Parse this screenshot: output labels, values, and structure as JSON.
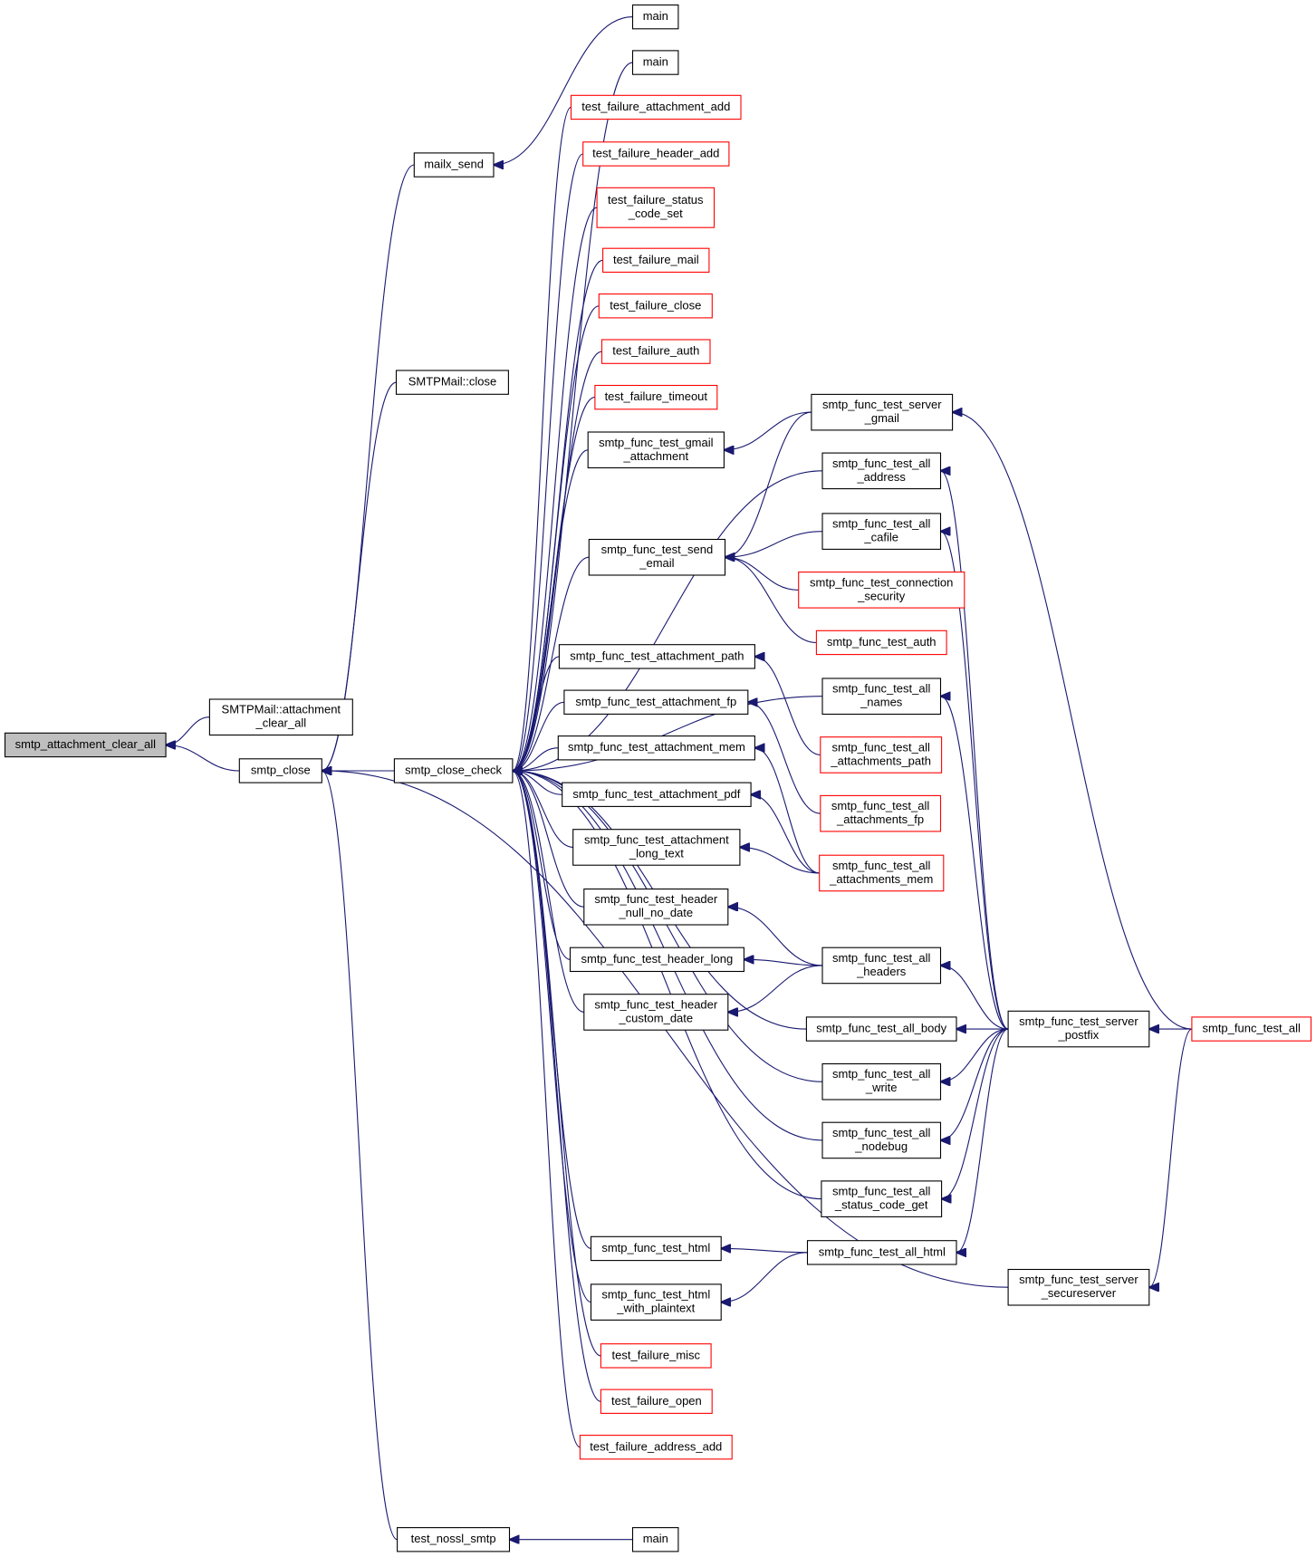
{
  "diagram": {
    "colors": {
      "edge": "#191970",
      "root_fill": "#bfbfbf",
      "normal_border": "#000000",
      "truncated_border": "#ff0000",
      "node_fill": "#ffffff"
    },
    "nodes": [
      {
        "id": "root",
        "lines": [
          "smtp_attachment_clear_all"
        ],
        "style": "root"
      },
      {
        "id": "smtpmail_attachment",
        "lines": [
          "SMTPMail::attachment",
          "_clear_all"
        ],
        "style": "normal"
      },
      {
        "id": "smtp_close",
        "lines": [
          "smtp_close"
        ],
        "style": "normal"
      },
      {
        "id": "mailx_send",
        "lines": [
          "mailx_send"
        ],
        "style": "normal"
      },
      {
        "id": "smtpmail_close",
        "lines": [
          "SMTPMail::close"
        ],
        "style": "normal"
      },
      {
        "id": "smtp_close_check",
        "lines": [
          "smtp_close_check"
        ],
        "style": "normal"
      },
      {
        "id": "test_nossl_smtp",
        "lines": [
          "test_nossl_smtp"
        ],
        "style": "normal"
      },
      {
        "id": "main1",
        "lines": [
          "main"
        ],
        "style": "normal"
      },
      {
        "id": "main2",
        "lines": [
          "main"
        ],
        "style": "normal"
      },
      {
        "id": "main3",
        "lines": [
          "main"
        ],
        "style": "normal"
      },
      {
        "id": "tf_attachment_add",
        "lines": [
          "test_failure_attachment_add"
        ],
        "style": "truncated"
      },
      {
        "id": "tf_header_add",
        "lines": [
          "test_failure_header_add"
        ],
        "style": "truncated"
      },
      {
        "id": "tf_status_code_set",
        "lines": [
          "test_failure_status",
          "_code_set"
        ],
        "style": "truncated"
      },
      {
        "id": "tf_mail",
        "lines": [
          "test_failure_mail"
        ],
        "style": "truncated"
      },
      {
        "id": "tf_close",
        "lines": [
          "test_failure_close"
        ],
        "style": "truncated"
      },
      {
        "id": "tf_auth",
        "lines": [
          "test_failure_auth"
        ],
        "style": "truncated"
      },
      {
        "id": "tf_timeout",
        "lines": [
          "test_failure_timeout"
        ],
        "style": "truncated"
      },
      {
        "id": "gmail_attachment",
        "lines": [
          "smtp_func_test_gmail",
          "_attachment"
        ],
        "style": "normal"
      },
      {
        "id": "send_email",
        "lines": [
          "smtp_func_test_send",
          "_email"
        ],
        "style": "normal"
      },
      {
        "id": "att_path",
        "lines": [
          "smtp_func_test_attachment_path"
        ],
        "style": "normal"
      },
      {
        "id": "att_fp",
        "lines": [
          "smtp_func_test_attachment_fp"
        ],
        "style": "normal"
      },
      {
        "id": "att_mem",
        "lines": [
          "smtp_func_test_attachment_mem"
        ],
        "style": "normal"
      },
      {
        "id": "att_pdf",
        "lines": [
          "smtp_func_test_attachment_pdf"
        ],
        "style": "normal"
      },
      {
        "id": "att_long_text",
        "lines": [
          "smtp_func_test_attachment",
          "_long_text"
        ],
        "style": "normal"
      },
      {
        "id": "hdr_null_no_date",
        "lines": [
          "smtp_func_test_header",
          "_null_no_date"
        ],
        "style": "normal"
      },
      {
        "id": "hdr_long",
        "lines": [
          "smtp_func_test_header_long"
        ],
        "style": "normal"
      },
      {
        "id": "hdr_custom_date",
        "lines": [
          "smtp_func_test_header",
          "_custom_date"
        ],
        "style": "normal"
      },
      {
        "id": "html",
        "lines": [
          "smtp_func_test_html"
        ],
        "style": "normal"
      },
      {
        "id": "html_plain",
        "lines": [
          "smtp_func_test_html",
          "_with_plaintext"
        ],
        "style": "normal"
      },
      {
        "id": "tf_misc",
        "lines": [
          "test_failure_misc"
        ],
        "style": "truncated"
      },
      {
        "id": "tf_open",
        "lines": [
          "test_failure_open"
        ],
        "style": "truncated"
      },
      {
        "id": "tf_address_add",
        "lines": [
          "test_failure_address_add"
        ],
        "style": "truncated"
      },
      {
        "id": "server_gmail",
        "lines": [
          "smtp_func_test_server",
          "_gmail"
        ],
        "style": "normal"
      },
      {
        "id": "all_address",
        "lines": [
          "smtp_func_test_all",
          "_address"
        ],
        "style": "normal"
      },
      {
        "id": "all_cafile",
        "lines": [
          "smtp_func_test_all",
          "_cafile"
        ],
        "style": "normal"
      },
      {
        "id": "conn_security",
        "lines": [
          "smtp_func_test_connection",
          "_security"
        ],
        "style": "truncated"
      },
      {
        "id": "test_auth",
        "lines": [
          "smtp_func_test_auth"
        ],
        "style": "truncated"
      },
      {
        "id": "all_names",
        "lines": [
          "smtp_func_test_all",
          "_names"
        ],
        "style": "normal"
      },
      {
        "id": "all_att_path",
        "lines": [
          "smtp_func_test_all",
          "_attachments_path"
        ],
        "style": "truncated"
      },
      {
        "id": "all_att_fp",
        "lines": [
          "smtp_func_test_all",
          "_attachments_fp"
        ],
        "style": "truncated"
      },
      {
        "id": "all_att_mem",
        "lines": [
          "smtp_func_test_all",
          "_attachments_mem"
        ],
        "style": "truncated"
      },
      {
        "id": "all_headers",
        "lines": [
          "smtp_func_test_all",
          "_headers"
        ],
        "style": "normal"
      },
      {
        "id": "all_body",
        "lines": [
          "smtp_func_test_all_body"
        ],
        "style": "normal"
      },
      {
        "id": "all_write",
        "lines": [
          "smtp_func_test_all",
          "_write"
        ],
        "style": "normal"
      },
      {
        "id": "all_nodebug",
        "lines": [
          "smtp_func_test_all",
          "_nodebug"
        ],
        "style": "normal"
      },
      {
        "id": "all_status_code_get",
        "lines": [
          "smtp_func_test_all",
          "_status_code_get"
        ],
        "style": "normal"
      },
      {
        "id": "all_html",
        "lines": [
          "smtp_func_test_all_html"
        ],
        "style": "normal"
      },
      {
        "id": "server_postfix",
        "lines": [
          "smtp_func_test_server",
          "_postfix"
        ],
        "style": "normal"
      },
      {
        "id": "server_secure",
        "lines": [
          "smtp_func_test_server",
          "_secureserver"
        ],
        "style": "normal"
      },
      {
        "id": "test_all",
        "lines": [
          "smtp_func_test_all"
        ],
        "style": "truncated"
      }
    ],
    "edges": [
      {
        "from": "smtpmail_attachment",
        "to": "root"
      },
      {
        "from": "smtp_close",
        "to": "root"
      },
      {
        "from": "mailx_send",
        "to": "smtp_close"
      },
      {
        "from": "smtpmail_close",
        "to": "smtp_close"
      },
      {
        "from": "smtp_close_check",
        "to": "smtp_close"
      },
      {
        "from": "server_secure",
        "to": "smtp_close"
      },
      {
        "from": "test_nossl_smtp",
        "to": "smtp_close"
      },
      {
        "from": "main1",
        "to": "mailx_send"
      },
      {
        "from": "main2",
        "to": "smtp_close_check"
      },
      {
        "from": "tf_attachment_add",
        "to": "smtp_close_check"
      },
      {
        "from": "tf_header_add",
        "to": "smtp_close_check"
      },
      {
        "from": "tf_status_code_set",
        "to": "smtp_close_check"
      },
      {
        "from": "tf_mail",
        "to": "smtp_close_check"
      },
      {
        "from": "tf_close",
        "to": "smtp_close_check"
      },
      {
        "from": "tf_auth",
        "to": "smtp_close_check"
      },
      {
        "from": "tf_timeout",
        "to": "smtp_close_check"
      },
      {
        "from": "gmail_attachment",
        "to": "smtp_close_check"
      },
      {
        "from": "all_address",
        "to": "smtp_close_check"
      },
      {
        "from": "send_email",
        "to": "smtp_close_check"
      },
      {
        "from": "all_names",
        "to": "smtp_close_check"
      },
      {
        "from": "att_path",
        "to": "smtp_close_check"
      },
      {
        "from": "att_fp",
        "to": "smtp_close_check"
      },
      {
        "from": "att_mem",
        "to": "smtp_close_check"
      },
      {
        "from": "att_pdf",
        "to": "smtp_close_check"
      },
      {
        "from": "att_long_text",
        "to": "smtp_close_check"
      },
      {
        "from": "hdr_null_no_date",
        "to": "smtp_close_check"
      },
      {
        "from": "hdr_long",
        "to": "smtp_close_check"
      },
      {
        "from": "hdr_custom_date",
        "to": "smtp_close_check"
      },
      {
        "from": "all_body",
        "to": "smtp_close_check"
      },
      {
        "from": "all_write",
        "to": "smtp_close_check"
      },
      {
        "from": "all_nodebug",
        "to": "smtp_close_check"
      },
      {
        "from": "all_status_code_get",
        "to": "smtp_close_check"
      },
      {
        "from": "html",
        "to": "smtp_close_check"
      },
      {
        "from": "html_plain",
        "to": "smtp_close_check"
      },
      {
        "from": "tf_misc",
        "to": "smtp_close_check"
      },
      {
        "from": "tf_open",
        "to": "smtp_close_check"
      },
      {
        "from": "tf_address_add",
        "to": "smtp_close_check"
      },
      {
        "from": "main3",
        "to": "test_nossl_smtp"
      },
      {
        "from": "server_gmail",
        "to": "gmail_attachment"
      },
      {
        "from": "server_gmail",
        "to": "send_email"
      },
      {
        "from": "all_cafile",
        "to": "send_email"
      },
      {
        "from": "conn_security",
        "to": "send_email"
      },
      {
        "from": "test_auth",
        "to": "send_email"
      },
      {
        "from": "all_att_path",
        "to": "att_path"
      },
      {
        "from": "all_att_fp",
        "to": "att_fp"
      },
      {
        "from": "all_att_mem",
        "to": "att_mem"
      },
      {
        "from": "all_att_mem",
        "to": "att_pdf"
      },
      {
        "from": "all_att_mem",
        "to": "att_long_text"
      },
      {
        "from": "all_headers",
        "to": "hdr_null_no_date"
      },
      {
        "from": "all_headers",
        "to": "hdr_long"
      },
      {
        "from": "all_headers",
        "to": "hdr_custom_date"
      },
      {
        "from": "all_html",
        "to": "html"
      },
      {
        "from": "all_html",
        "to": "html_plain"
      },
      {
        "from": "server_postfix",
        "to": "all_address"
      },
      {
        "from": "server_postfix",
        "to": "all_cafile"
      },
      {
        "from": "server_postfix",
        "to": "all_names"
      },
      {
        "from": "server_postfix",
        "to": "all_headers"
      },
      {
        "from": "server_postfix",
        "to": "all_body"
      },
      {
        "from": "server_postfix",
        "to": "all_write"
      },
      {
        "from": "server_postfix",
        "to": "all_nodebug"
      },
      {
        "from": "server_postfix",
        "to": "all_status_code_get"
      },
      {
        "from": "server_postfix",
        "to": "all_html"
      },
      {
        "from": "test_all",
        "to": "server_gmail"
      },
      {
        "from": "test_all",
        "to": "server_postfix"
      },
      {
        "from": "test_all",
        "to": "server_secure"
      }
    ]
  }
}
